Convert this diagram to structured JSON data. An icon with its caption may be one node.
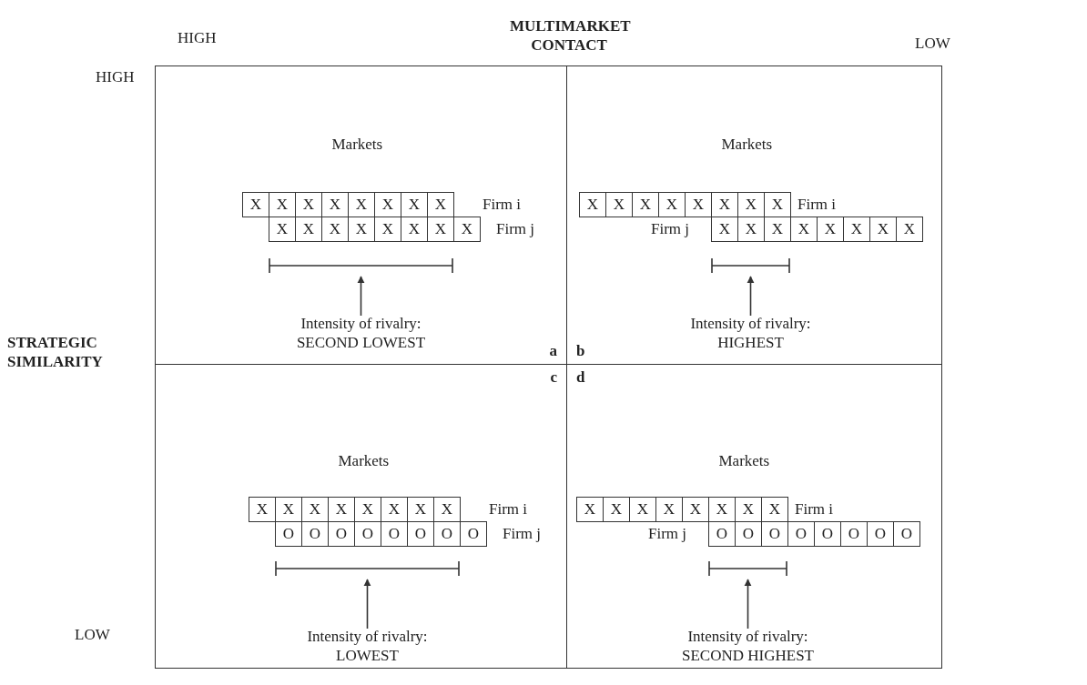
{
  "diagram": {
    "nodes": [
      {
        "text": [
          "a"
        ]
      },
      {
        "text": [
          "X"
        ],
        "in": 0
      },
      {
        "text": [
          "X"
        ],
        "in": 0
      },
      {
        "text": [
          "X"
        ],
        "in": 0
      },
      {
        "text": [
          "X"
        ],
        "in": 0
      },
      {
        "text": [
          "X"
        ],
        "in": 0
      },
      {
        "text": [
          "X"
        ],
        "in": 0
      },
      {
        "text": [
          "X"
        ],
        "in": 0
      },
      {
        "text": [
          "X"
        ],
        "in": 0
      },
      {
        "text": [
          "X"
        ],
        "in": 0
      },
      {
        "text": [
          "X"
        ],
        "in": 0
      },
      {
        "text": [
          "X"
        ],
        "in": 0
      },
      {
        "text": [
          "X"
        ],
        "in": 0
      },
      {
        "text": [
          "X"
        ],
        "in": 0
      },
      {
        "text": [
          "X"
        ],
        "in": 0
      },
      {
        "text": [
          "X"
        ],
        "in": 0
      },
      {
        "text": [
          "X"
        ],
        "in": 0
      },
      {
        "text": [],
        "shape": "bar",
        "in": 0
      },
      {
        "text": [
          "Intensity of rivalry:",
          "SECOND LOWEST"
        ],
        "in": 0
      },
      {
        "text": [
          "b"
        ]
      },
      {
        "text": [
          "X"
        ],
        "in": 19
      },
      {
        "text": [
          "X"
        ],
        "in": 19
      },
      {
        "text": [
          "X"
        ],
        "in": 19
      },
      {
        "text": [
          "X"
        ],
        "in": 19
      },
      {
        "text": [
          "X"
        ],
        "in": 19
      },
      {
        "text": [
          "X"
        ],
        "in": 19
      },
      {
        "text": [
          "X"
        ],
        "in": 19
      },
      {
        "text": [
          "X"
        ],
        "in": 19
      },
      {
        "text": [
          "X"
        ],
        "in": 19
      },
      {
        "text": [
          "X"
        ],
        "in": 19
      },
      {
        "text": [
          "X"
        ],
        "in": 19
      },
      {
        "text": [
          "X"
        ],
        "in": 19
      },
      {
        "text": [
          "X"
        ],
        "in": 19
      },
      {
        "text": [
          "X"
        ],
        "in": 19
      },
      {
        "text": [
          "X"
        ],
        "in": 19
      },
      {
        "text": [
          "X"
        ],
        "in": 19
      },
      {
        "text": [],
        "shape": "bar",
        "in": 19
      },
      {
        "text": [
          "Intensity of rivalry:",
          "HIGHEST"
        ],
        "in": 19
      },
      {
        "text": [
          "c"
        ]
      },
      {
        "text": [
          "X"
        ],
        "in": 38
      },
      {
        "text": [
          "X"
        ],
        "in": 38
      },
      {
        "text": [
          "X"
        ],
        "in": 38
      },
      {
        "text": [
          "X"
        ],
        "in": 38
      },
      {
        "text": [
          "X"
        ],
        "in": 38
      },
      {
        "text": [
          "X"
        ],
        "in": 38
      },
      {
        "text": [
          "X"
        ],
        "in": 38
      },
      {
        "text": [
          "X"
        ],
        "in": 38
      },
      {
        "text": [
          "O"
        ],
        "in": 38
      },
      {
        "text": [
          "O"
        ],
        "in": 38
      },
      {
        "text": [
          "O"
        ],
        "in": 38
      },
      {
        "text": [
          "O"
        ],
        "in": 38
      },
      {
        "text": [
          "O"
        ],
        "in": 38
      },
      {
        "text": [
          "O"
        ],
        "in": 38
      },
      {
        "text": [
          "O"
        ],
        "in": 38
      },
      {
        "text": [
          "O"
        ],
        "in": 38
      },
      {
        "text": [],
        "shape": "bar",
        "in": 38
      },
      {
        "text": [
          "Intensity of rivalry:",
          "LOWEST"
        ],
        "in": 38
      },
      {
        "text": [
          "d"
        ]
      },
      {
        "text": [
          "X"
        ],
        "in": 57
      },
      {
        "text": [
          "X"
        ],
        "in": 57
      },
      {
        "text": [
          "X"
        ],
        "in": 57
      },
      {
        "text": [
          "X"
        ],
        "in": 57
      },
      {
        "text": [
          "X"
        ],
        "in": 57
      },
      {
        "text": [
          "X"
        ],
        "in": 57
      },
      {
        "text": [
          "X"
        ],
        "in": 57
      },
      {
        "text": [
          "X"
        ],
        "in": 57
      },
      {
        "text": [
          "O"
        ],
        "in": 57
      },
      {
        "text": [
          "O"
        ],
        "in": 57
      },
      {
        "text": [
          "O"
        ],
        "in": 57
      },
      {
        "text": [
          "O"
        ],
        "in": 57
      },
      {
        "text": [
          "O"
        ],
        "in": 57
      },
      {
        "text": [
          "O"
        ],
        "in": 57
      },
      {
        "text": [
          "O"
        ],
        "in": 57
      },
      {
        "text": [
          "O"
        ],
        "in": 57
      },
      {
        "text": [],
        "shape": "bar",
        "in": 57
      },
      {
        "text": [
          "Intensity of rivalry:",
          "SECOND HIGHEST"
        ],
        "in": 57
      }
    ],
    "edges": [
      {
        "from": 18,
        "to": 17,
        "arrow": "to"
      },
      {
        "from": 37,
        "to": 36,
        "arrow": "to"
      },
      {
        "from": 56,
        "to": 55,
        "arrow": "to"
      },
      {
        "from": 75,
        "to": 74,
        "arrow": "to"
      }
    ],
    "labels": [
      "HIGH",
      "MULTIMARKET CONTACT",
      "LOW",
      "HIGH",
      "STRATEGIC SIMILARITY",
      "LOW",
      "Markets",
      "Firm i",
      "Firm j",
      "Markets",
      "Firm i",
      "Firm j",
      "Markets",
      "Firm i",
      "Firm j",
      "Markets",
      "Firm i",
      "Firm j"
    ]
  }
}
